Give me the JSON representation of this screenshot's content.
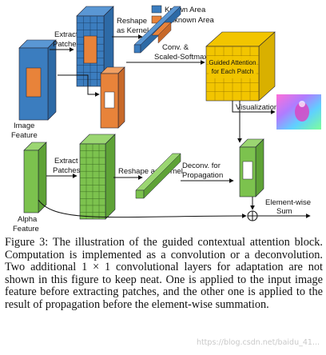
{
  "legend": {
    "known": {
      "label": "Known Area",
      "color": "#3b7dbf"
    },
    "unknown": {
      "label": "Unknown Area",
      "color": "#e8833a"
    }
  },
  "labels": {
    "extract_patches_top": [
      "Extract",
      "Patches"
    ],
    "reshape_kernel_top": [
      "Reshape",
      "as Kernel"
    ],
    "conv_softmax": [
      "Conv. &",
      "Scaled-Softmax"
    ],
    "guided_attention": [
      "Guided Attention",
      "for Each Patch"
    ],
    "visualization": "Visualization",
    "image_feature": [
      "Image",
      "Feature"
    ],
    "extract_patches_bottom": [
      "Extract",
      "Patches"
    ],
    "reshape_kernel_bottom": "Reshape as Kernel",
    "deconv": [
      "Deconv. for",
      "Propagation"
    ],
    "alpha_feature": [
      "Alpha",
      "Feature"
    ],
    "element_wise_sum": [
      "Element-wise",
      "Sum"
    ]
  },
  "colors": {
    "blue": "#3b7dbf",
    "orange": "#e8833a",
    "green": "#7cc24e",
    "yellow": "#f2c500"
  },
  "caption": "Figure 3: The illustration of the guided contextual attention block. Computation is implemented as a convolution or a deconvolution. Two additional 1 × 1 convolutional layers for adaptation are not shown in this figure to keep neat. One is applied to the input image feature before extracting patches, and the other one is applied to the result of propagation before the element-wise summation.",
  "watermark": "https://blog.csdn.net/baidu_41..."
}
